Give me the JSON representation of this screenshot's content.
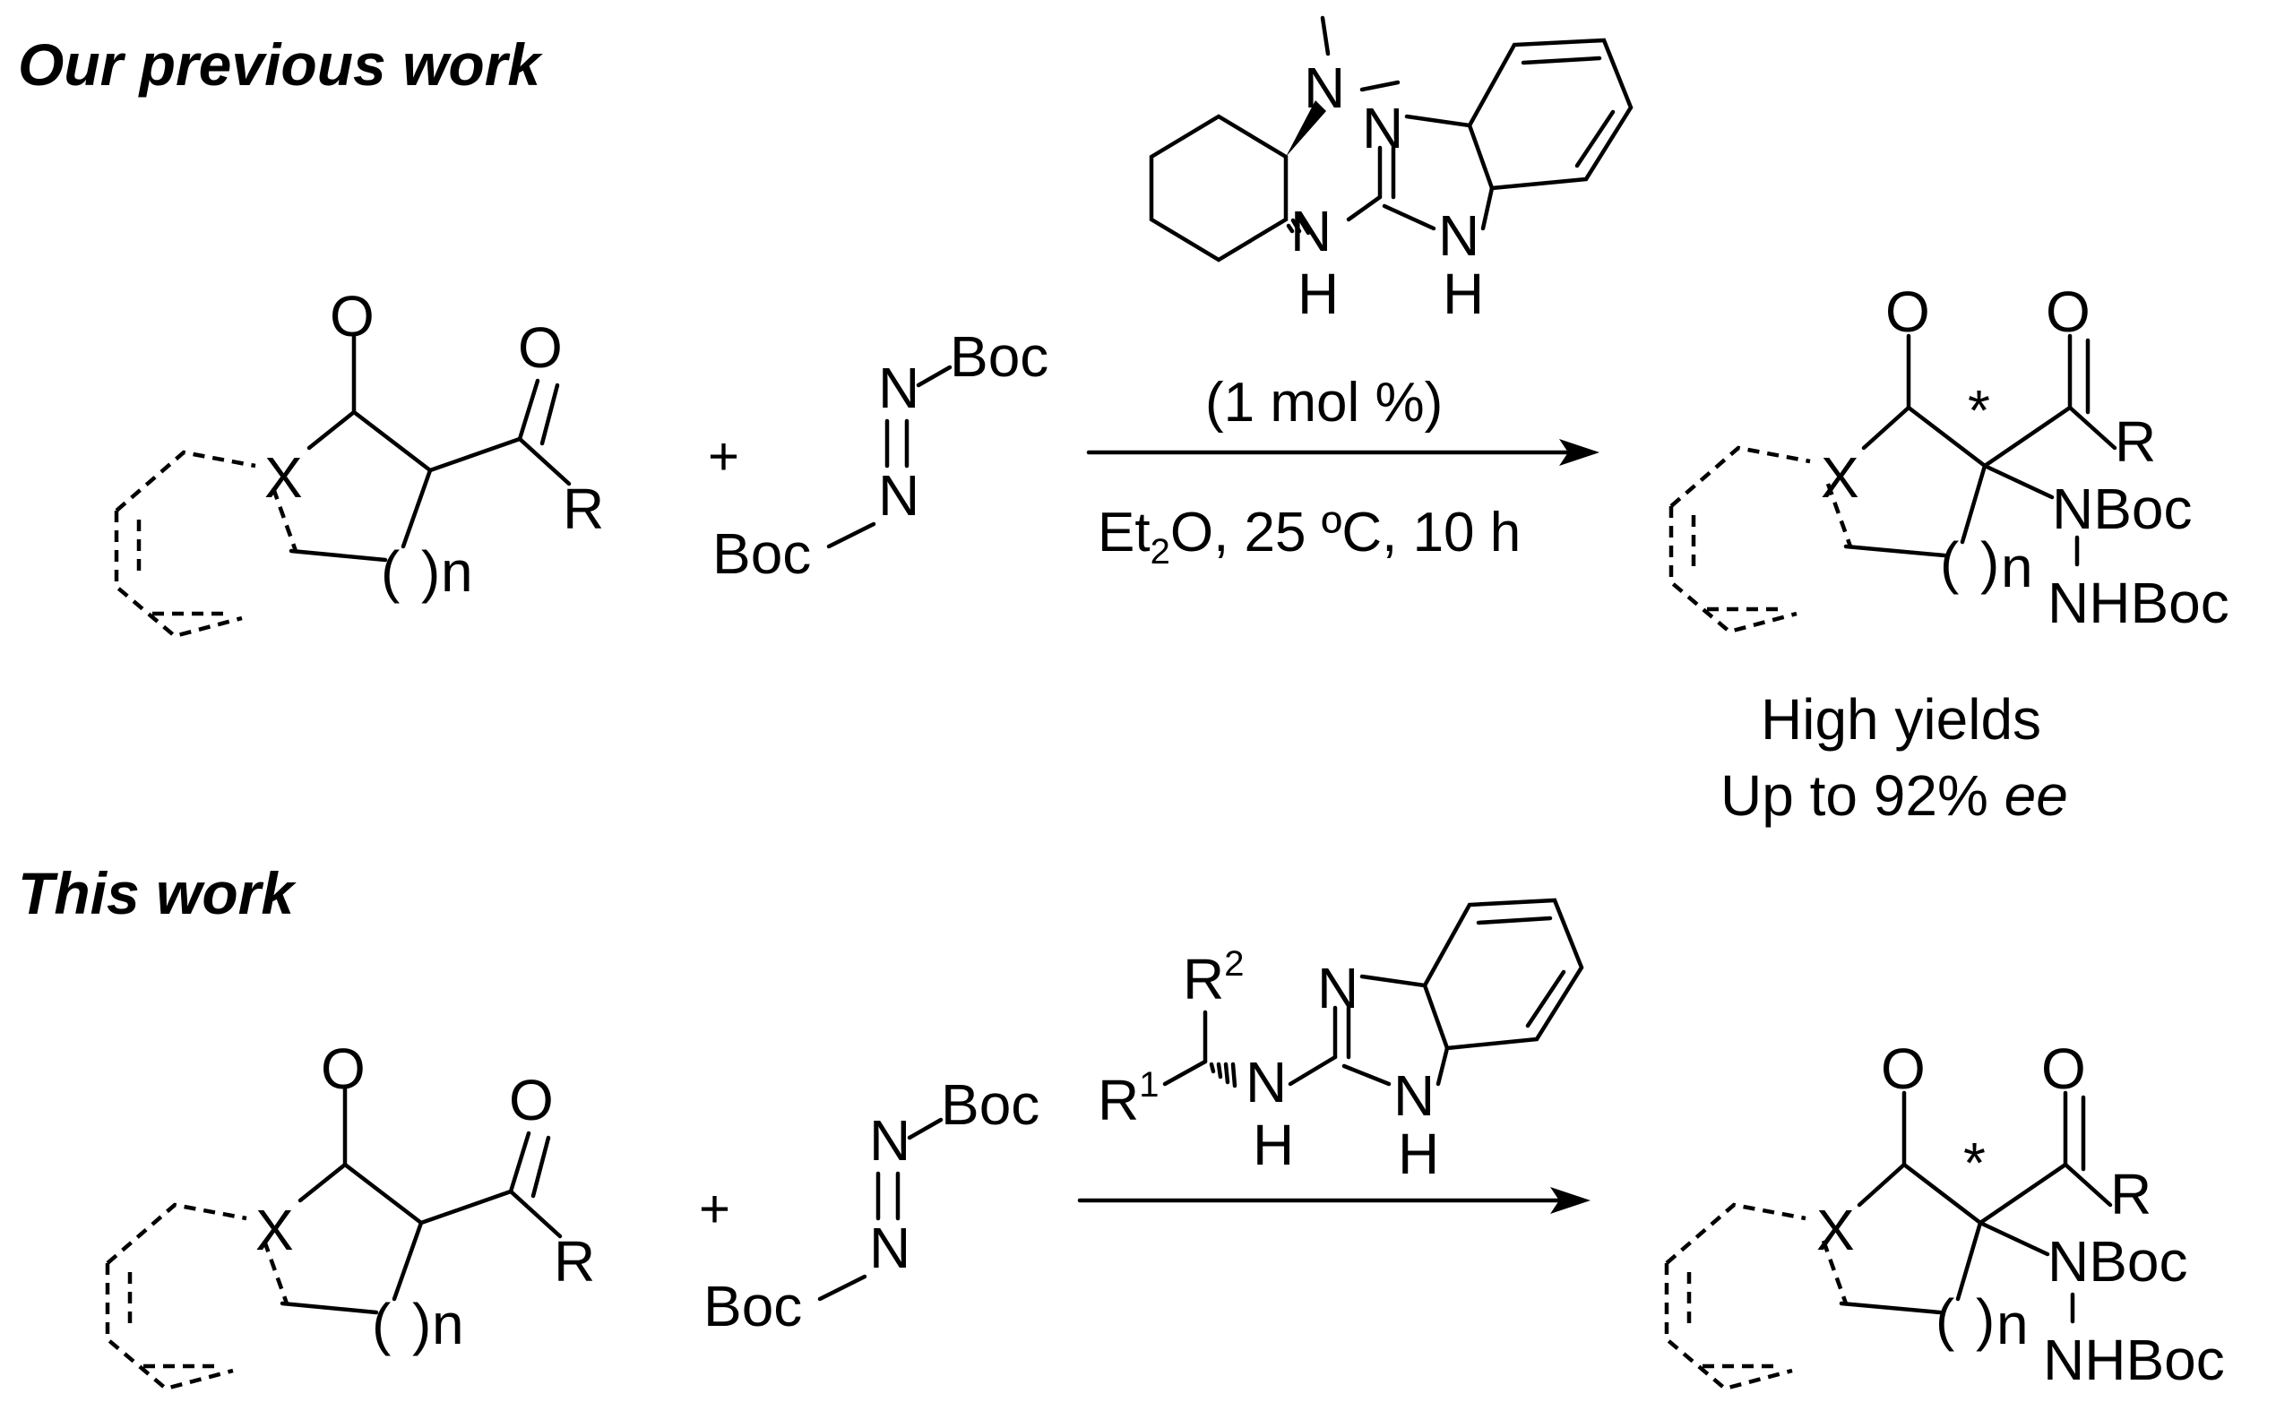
{
  "sections": {
    "previous": "Our previous work",
    "current": "This work"
  },
  "labels": {
    "O": "O",
    "R": "R",
    "X": "X",
    "n": "n",
    "plus": "+",
    "boc": "Boc",
    "N": "N",
    "nboc": "NBoc",
    "nhboc": "NHBoc",
    "NH_N": "N",
    "H": "H",
    "star": "*",
    "r1": "R",
    "r1_sup": "1",
    "r2": "R",
    "r2_sup": "2"
  },
  "conditions": {
    "loading": "(1 mol %)",
    "solvent_prefix": "Et",
    "solvent_sub": "2",
    "solvent_rest": "O, 25 ºC, 10 h"
  },
  "results": {
    "line1": "High yields",
    "line2_prefix": "Up to 92% ",
    "line2_italic": "ee"
  }
}
